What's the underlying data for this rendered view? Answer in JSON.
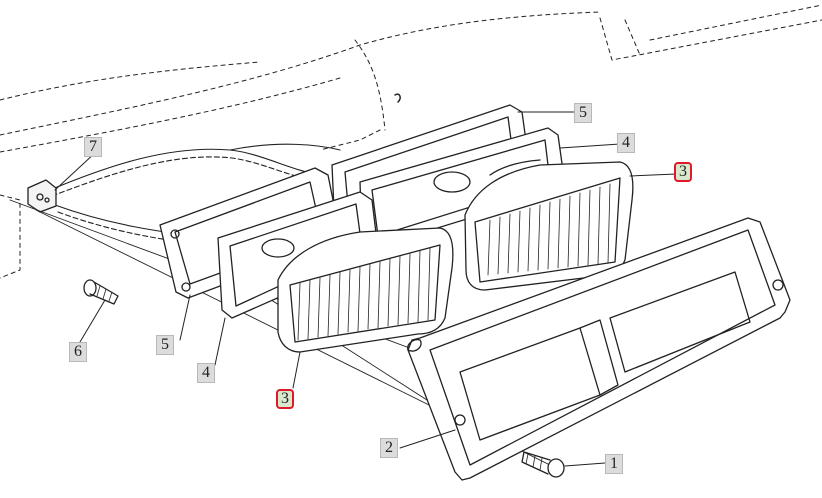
{
  "callouts": {
    "c1": "1",
    "c2": "2",
    "c3a": "3",
    "c3b": "3",
    "c4a": "4",
    "c4b": "4",
    "c5a": "5",
    "c5b": "5",
    "c6": "6",
    "c7": "7"
  },
  "highlight_color": "#e0192a"
}
